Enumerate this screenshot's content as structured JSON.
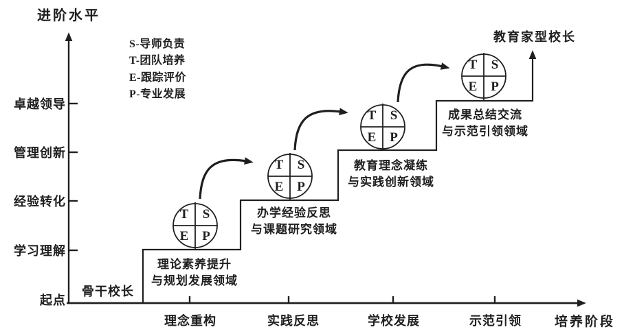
{
  "colors": {
    "ink": "#1f1f1f",
    "background": "#ffffff"
  },
  "figure": {
    "y_axis_title": "进阶水平",
    "x_axis_title": "培养阶段",
    "y_labels": [
      "卓越领导",
      "管理创新",
      "经验转化",
      "学习理解",
      "起点"
    ],
    "x_labels": [
      "理念重构",
      "实践反思",
      "学校发展",
      "示范引领"
    ],
    "legend": [
      "S-导师负责",
      "T-团队培养",
      "E-跟踪评价",
      "P-专业发展"
    ],
    "start_label": "骨干校长",
    "goal_label": "教育家型校长",
    "tsep": {
      "tl": "T",
      "tr": "S",
      "bl": "E",
      "br": "P"
    },
    "steps": [
      {
        "line1": "理论素养提升",
        "line2": "与规划发展领域"
      },
      {
        "line1": "办学经验反思",
        "line2": "与课题研究领域"
      },
      {
        "line1": "教育理念凝练",
        "line2": "与实践创新领域"
      },
      {
        "line1": "成果总结交流",
        "line2": "与示范引领领域"
      }
    ]
  }
}
